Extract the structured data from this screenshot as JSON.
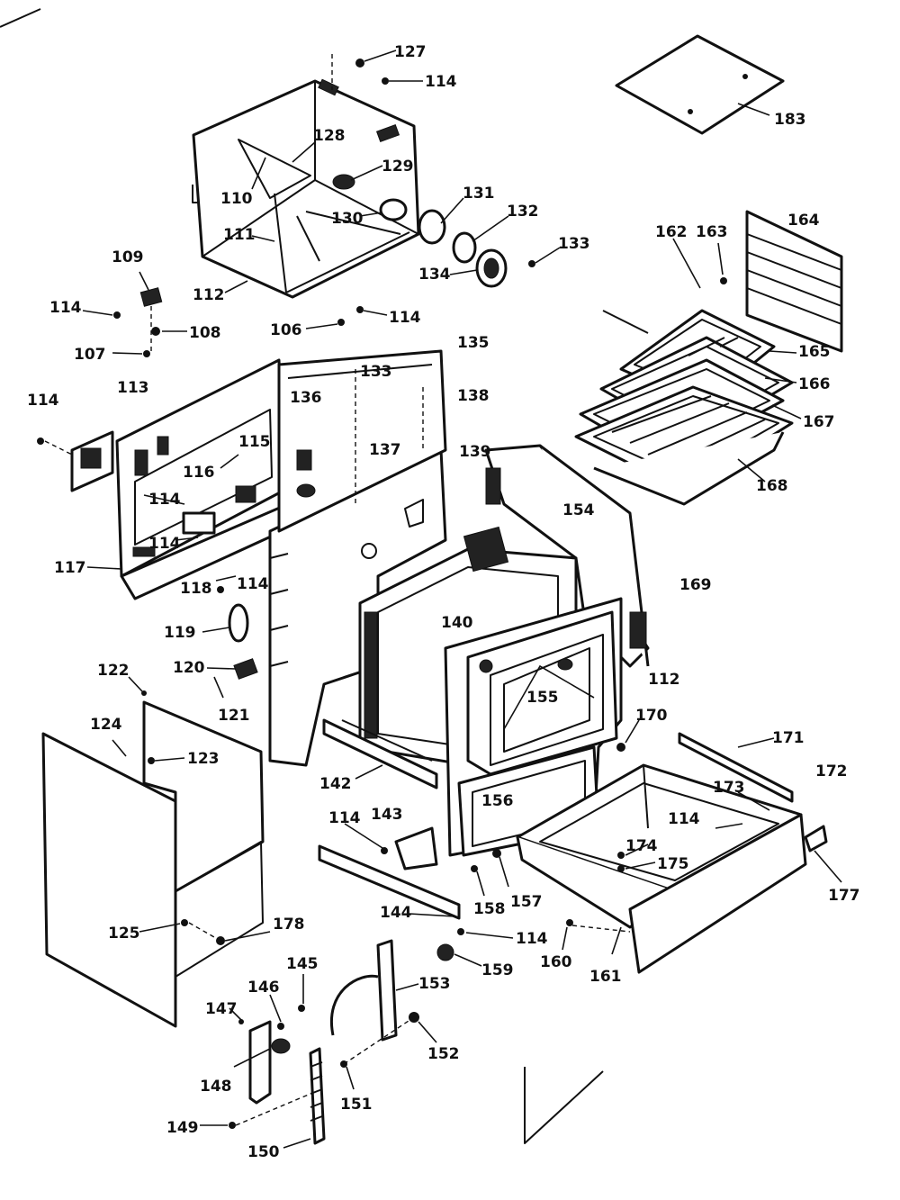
{
  "callouts": [
    "127",
    "114",
    "128",
    "129",
    "110",
    "130",
    "131",
    "132",
    "111",
    "133",
    "134",
    "112",
    "109",
    "114",
    "108",
    "106",
    "114",
    "107",
    "114",
    "113",
    "115",
    "116",
    "114",
    "114",
    "117",
    "118",
    "114",
    "119",
    "120",
    "121",
    "135",
    "133",
    "136",
    "137",
    "138",
    "139",
    "154",
    "140",
    "155",
    "112",
    "169",
    "183",
    "162",
    "163",
    "164",
    "165",
    "166",
    "167",
    "168",
    "122",
    "124",
    "123",
    "125",
    "178",
    "142",
    "114",
    "143",
    "156",
    "158",
    "157",
    "144",
    "114",
    "159",
    "145",
    "146",
    "147",
    "148",
    "149",
    "150",
    "151",
    "153",
    "152",
    "170",
    "171",
    "172",
    "173",
    "114",
    "174",
    "175",
    "177",
    "160",
    "161"
  ]
}
